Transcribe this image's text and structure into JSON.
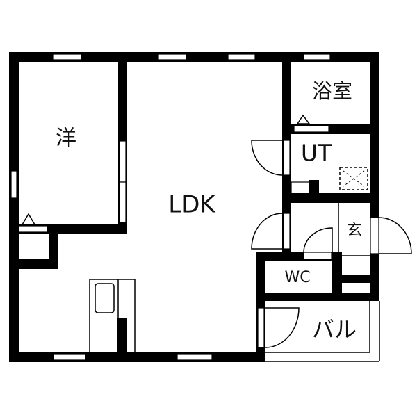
{
  "floor_plan": {
    "rooms": {
      "western_room": "洋",
      "ldk": "LDK",
      "bathroom": "浴室",
      "utility": "UT",
      "entrance": "玄",
      "toilet": "WC",
      "balcony": "バル"
    },
    "colors": {
      "wall": "#000000",
      "background": "#ffffff"
    }
  }
}
